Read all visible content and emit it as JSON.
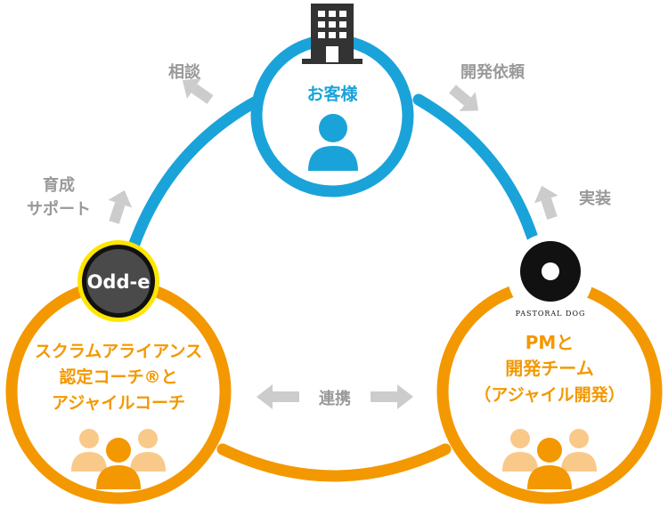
{
  "nodes": {
    "customer": {
      "label": "お客様",
      "color": "#1aa3d9",
      "icon": "person-icon"
    },
    "coach": {
      "lines": [
        "スクラムアライアンス",
        "認定コーチ®と",
        "アジャイルコーチ"
      ],
      "color": "#f39800",
      "icon": "group-icon",
      "logo_text": "Odd-e"
    },
    "team": {
      "lines": [
        "PMと",
        "開発チーム",
        "（アジャイル開発）"
      ],
      "color": "#f39800",
      "icon": "group-icon",
      "logo_text": "PASTORAL DOG"
    }
  },
  "arrows": {
    "consult": "相談",
    "request": "開発依頼",
    "training": [
      "育成",
      "サポート"
    ],
    "implementation": "実装",
    "collaboration": "連携"
  },
  "colors": {
    "arrow": "#cccccc",
    "label": "#999999",
    "building": "#333333"
  }
}
